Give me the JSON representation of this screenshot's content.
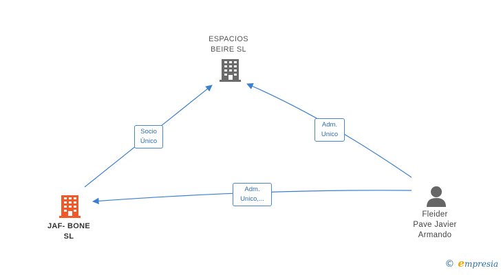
{
  "nodes": {
    "espacios": {
      "label": "ESPACIOS\nBEIRE  SL",
      "icon": "building-icon",
      "color": "#6b6b6b"
    },
    "jaf": {
      "label": "JAF- BONE\nSL",
      "icon": "building-icon",
      "color": "#f05a28"
    },
    "fleider": {
      "label": "Fleider\nPave Javier\nArmando",
      "icon": "person-icon",
      "color": "#666666"
    }
  },
  "edges": {
    "socio": {
      "label": "Socio\nÚnico"
    },
    "adm_top": {
      "label": "Adm.\nUnico"
    },
    "adm_bottom": {
      "label": "Adm.\nUnico,..."
    }
  },
  "edge_color": "#3a7fd0",
  "brand": {
    "copyright": "©",
    "initial": "e",
    "rest": "mpresia"
  }
}
